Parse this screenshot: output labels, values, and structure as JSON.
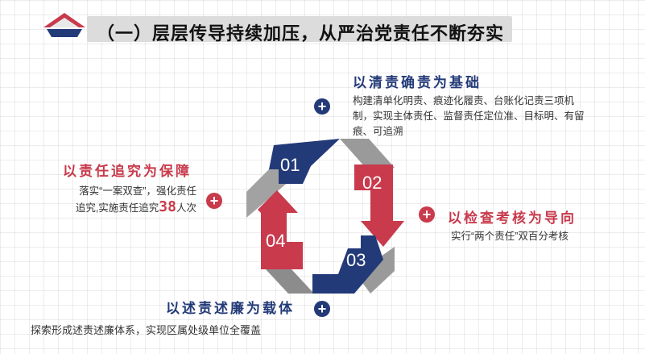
{
  "title": "（一）层层传导持续加压，从严治党责任不断夯实",
  "items": [
    {
      "num": "01",
      "heading": "以清责确责为基础",
      "desc": "构建清单化明责、痕迹化履责、台账化记责三项机制，实现主体责任、监督责任定位准、目标明、有留痕、可追溯"
    },
    {
      "num": "02",
      "heading": "以检查考核为导向",
      "desc": "实行“两个责任”双百分考核"
    },
    {
      "num": "03",
      "heading": "以述责述廉为载体",
      "desc": "探索形成述责述廉体系，实现区属处级单位全覆盖"
    },
    {
      "num": "04",
      "heading": "以责任追究为保障",
      "desc_1": "落实“一案双查”，强化责任",
      "desc_2a": "追究,实施责任追究",
      "desc_num": "38",
      "desc_2b": "人次"
    }
  ],
  "colors": {
    "blue": "#233a78",
    "red": "#c83a4c",
    "gray": "#9a9a9a"
  }
}
